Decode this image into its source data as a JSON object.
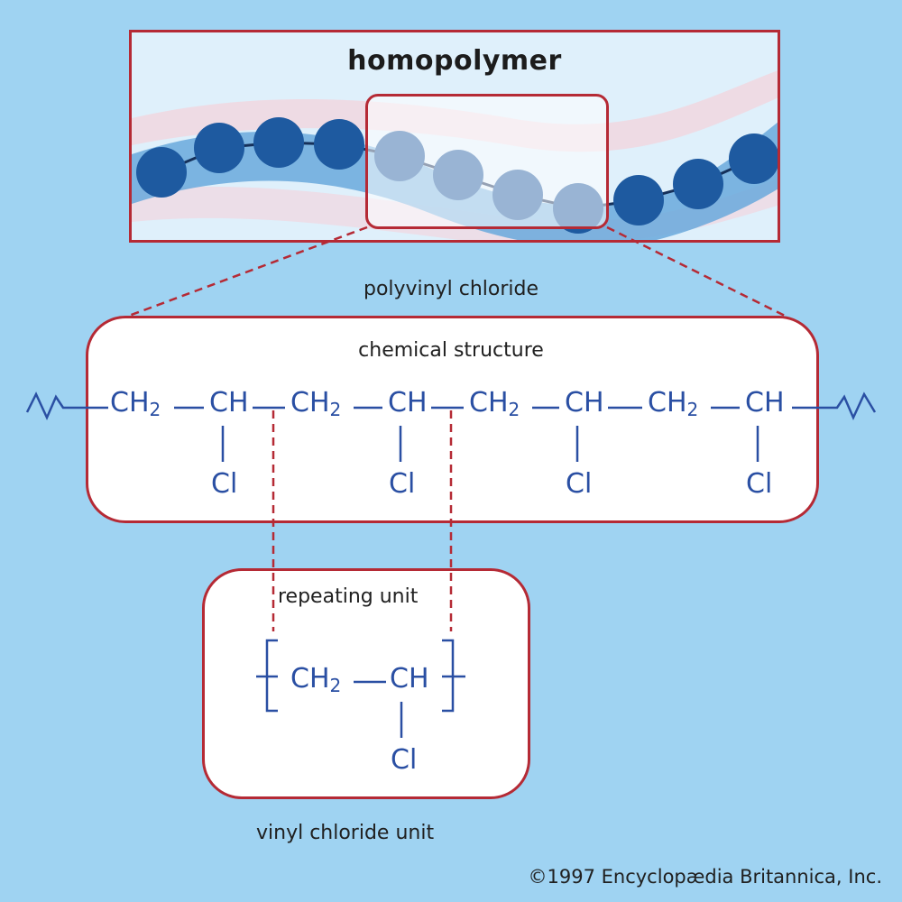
{
  "diagram": {
    "title": "homopolymer",
    "polymer_name": "polyvinyl chloride",
    "structure_label": "chemical structure",
    "repeating_unit_label": "repeating unit",
    "monomer_label": "vinyl chloride unit",
    "copyright": "©1997 Encyclopædia Britannica, Inc.",
    "chain": [
      {
        "group": "CH",
        "sub": "2",
        "substituent": ""
      },
      {
        "group": "CH",
        "sub": "",
        "substituent": "Cl"
      },
      {
        "group": "CH",
        "sub": "2",
        "substituent": ""
      },
      {
        "group": "CH",
        "sub": "",
        "substituent": "Cl"
      },
      {
        "group": "CH",
        "sub": "2",
        "substituent": ""
      },
      {
        "group": "CH",
        "sub": "",
        "substituent": "Cl"
      },
      {
        "group": "CH",
        "sub": "2",
        "substituent": ""
      },
      {
        "group": "CH",
        "sub": "",
        "substituent": "Cl"
      }
    ],
    "unit": [
      {
        "group": "CH",
        "sub": "2",
        "substituent": ""
      },
      {
        "group": "CH",
        "sub": "",
        "substituent": "Cl"
      }
    ],
    "colors": {
      "background": "#9fd3f2",
      "frame": "#b52a35",
      "bead": "#1e5aa0",
      "ribbon": "#5a9fd6",
      "formula_text": "#2a4fa3"
    }
  }
}
